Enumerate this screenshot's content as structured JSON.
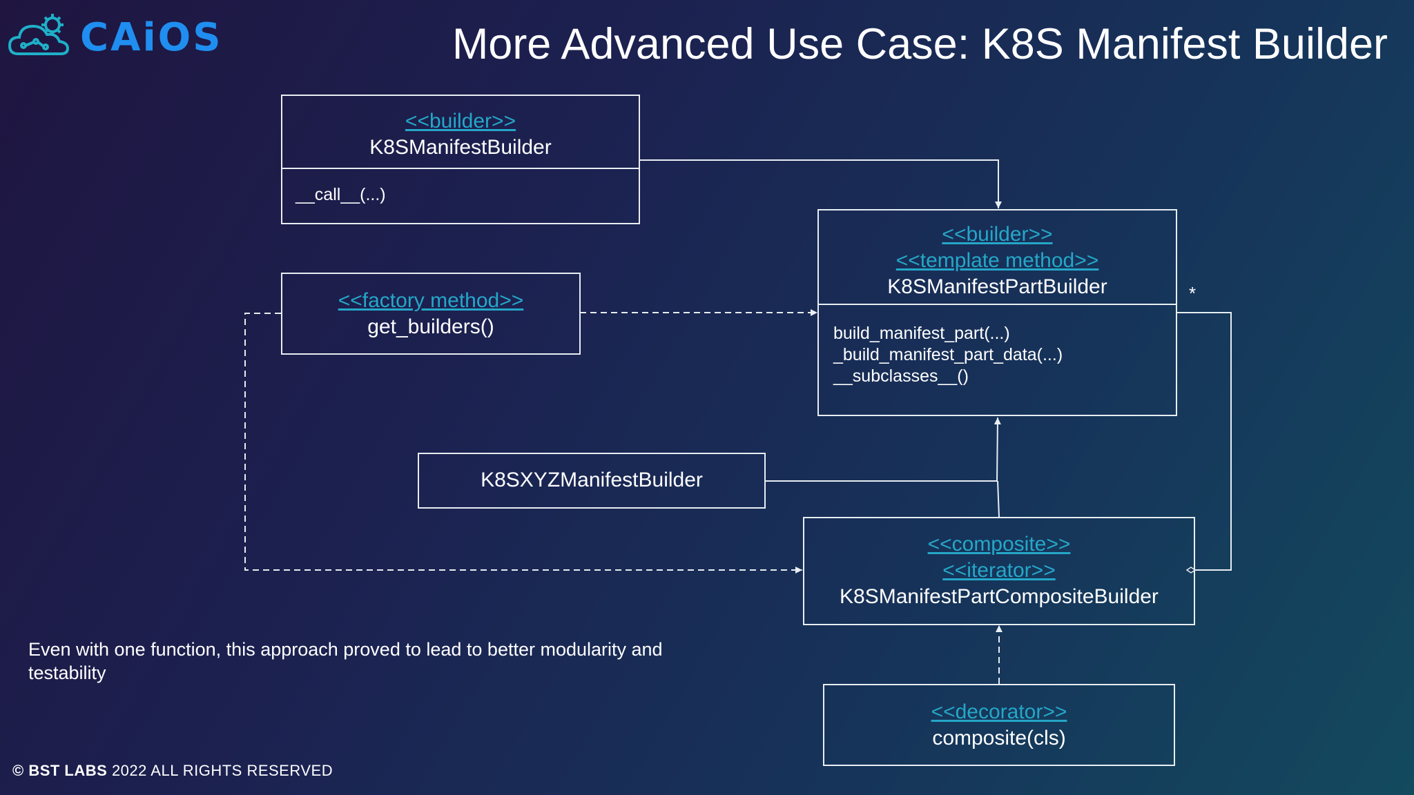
{
  "logo": {
    "text": "CAiOS",
    "icon": "cloud-gear-icon",
    "color": "#1f8ef0"
  },
  "title": "More Advanced Use Case: K8S Manifest Builder",
  "boxes": {
    "manifest_builder": {
      "stereotypes": [
        "<<builder>>"
      ],
      "name": "K8SManifestBuilder",
      "methods": [
        "__call__(...)"
      ]
    },
    "factory": {
      "stereotypes": [
        "<<factory method>>"
      ],
      "name": "get_builders()"
    },
    "part_builder": {
      "stereotypes": [
        "<<builder>>",
        "<<template method>>"
      ],
      "name": "K8SManifestPartBuilder",
      "methods": [
        "build_manifest_part(...)",
        "_build_manifest_part_data(...)",
        "__subclasses__()"
      ]
    },
    "xyz_builder": {
      "name": "K8SXYZManifestBuilder"
    },
    "composite_builder": {
      "stereotypes": [
        "<<composite>>",
        "<<iterator>>"
      ],
      "name": "K8SManifestPartCompositeBuilder"
    },
    "decorator": {
      "stereotypes": [
        "<<decorator>>"
      ],
      "name": "composite(cls)"
    }
  },
  "multiplicity": "*",
  "note": "Even with one function, this approach proved to lead to better modularity and testability",
  "footer": {
    "brand": "© BST LABS",
    "rest": " 2022 ALL RIGHTS RESERVED"
  },
  "colors": {
    "stereotype": "#25a7c8",
    "line": "#e8eef2",
    "accent": "#1f8ef0"
  }
}
